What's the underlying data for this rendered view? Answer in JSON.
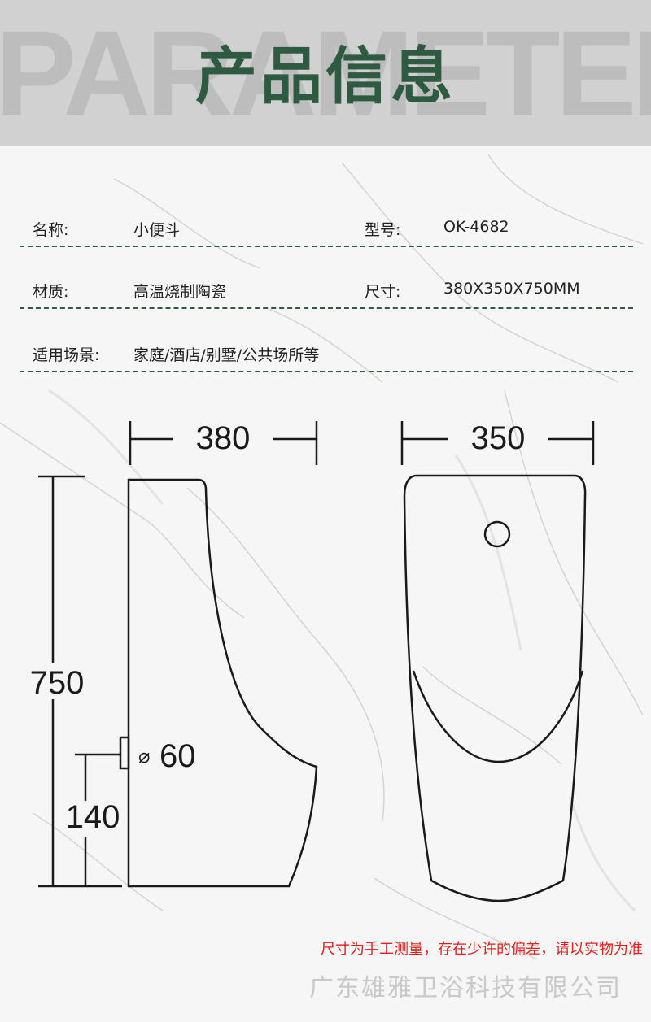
{
  "header": {
    "background_word": "PARAMETER",
    "title": "产品信息"
  },
  "specs": {
    "name_label": "名称:",
    "name_value": "小便斗",
    "model_label": "型号:",
    "model_value": "OK-4682",
    "material_label": "材质:",
    "material_value": "高温烧制陶瓷",
    "size_label": "尺寸:",
    "size_value": "380X350X750MM",
    "scene_label": "适用场景:",
    "scene_value": "家庭/酒店/别墅/公共场所等"
  },
  "drawing": {
    "width_side": "380",
    "width_front": "350",
    "height_total": "750",
    "height_outlet": "140",
    "outlet_diameter_symbol": "⌀",
    "outlet_diameter": "60"
  },
  "footer": {
    "note": "尺寸为手工测量，存在少许的偏差，请以实物为准",
    "company": "广东雄雅卫浴科技有限公司"
  },
  "colors": {
    "accent_green": "#2d5a41",
    "note_red": "#e0201c",
    "header_gray": "#d1d1d1"
  }
}
